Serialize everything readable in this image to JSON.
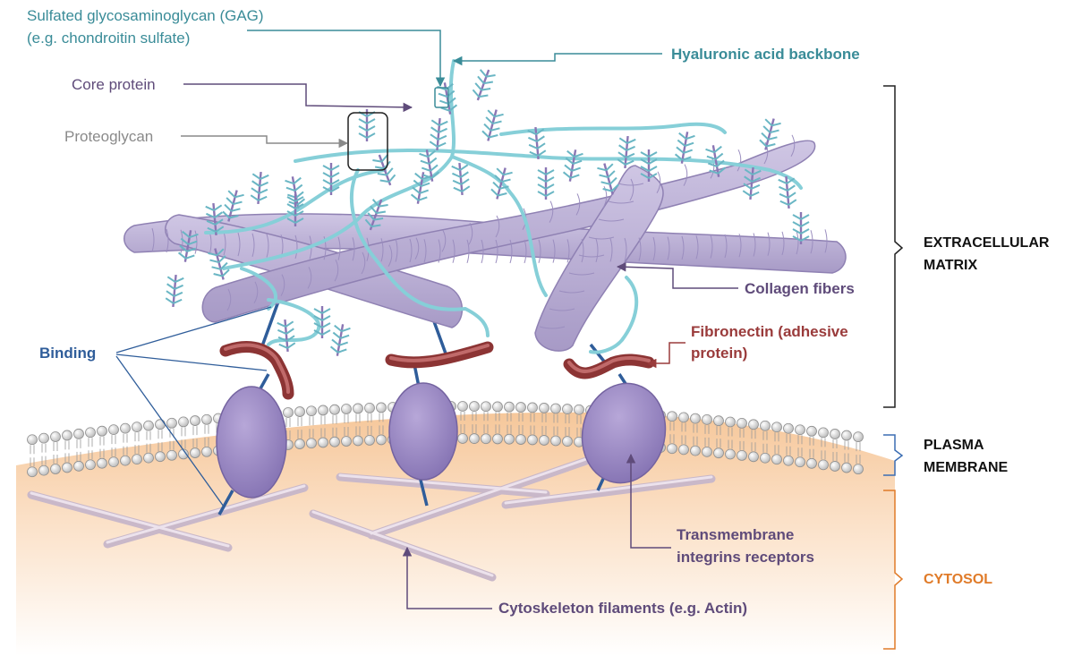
{
  "labels": {
    "gag_line1": "Sulfated glycosaminoglycan (GAG)",
    "gag_line2": "(e.g. chondroitin sulfate)",
    "core_protein": "Core protein",
    "proteoglycan": "Proteoglycan",
    "hyaluronic": "Hyaluronic acid backbone",
    "collagen": "Collagen fibers",
    "fibronectin_line1": "Fibronectin (adhesive",
    "fibronectin_line2": "protein)",
    "binding": "Binding",
    "integrins_line1": "Transmembrane",
    "integrins_line2": "integrins receptors",
    "cytoskeleton": "Cytoskeleton filaments (e.g. Actin)"
  },
  "regions": {
    "ecm_line1": "EXTRACELLULAR",
    "ecm_line2": "MATRIX",
    "pm_line1": "PLASMA",
    "pm_line2": "MEMBRANE",
    "cytosol": "CYTOSOL"
  },
  "colors": {
    "gag_teal": "#3a8c98",
    "core_purple": "#5f4b7a",
    "proteoglycan_gray": "#8a8a8a",
    "collagen_fill": "#b8acd2",
    "collagen_label": "#5f4b7a",
    "fibronectin": "#9a3b3b",
    "binding_blue": "#2f5d9a",
    "cytosol_orange": "#e07b29",
    "membrane_blue": "#3b6db3",
    "region_black": "#111111",
    "hyaluronic_strand": "#86cfd8"
  }
}
